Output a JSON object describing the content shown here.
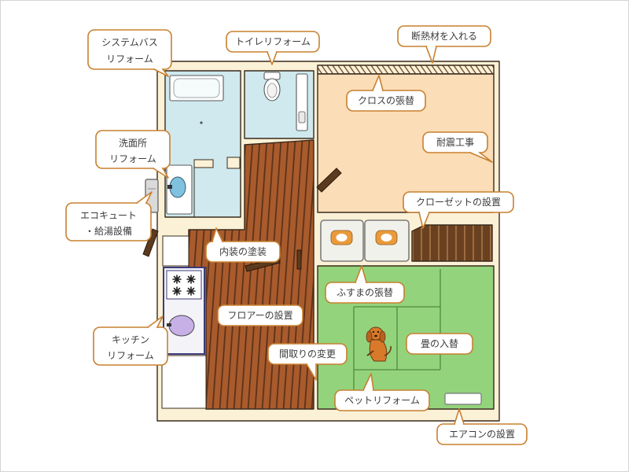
{
  "figure": {
    "labels": {
      "system_bath": [
        "システムバス",
        "リフォーム"
      ],
      "toilet": "トイレリフォーム",
      "insulation": "断熱材を入れる",
      "wallpaper": "クロスの張替",
      "seismic": "耐震工事",
      "washroom": [
        "洗面所",
        "リフォーム"
      ],
      "ecocute": [
        "エコキュート",
        "・給湯設備"
      ],
      "closet": "クローゼットの設置",
      "interior_paint": "内装の塗装",
      "fusuma": "ふすまの張替",
      "flooring": "フロアーの設置",
      "kitchen": [
        "キッチン",
        "リフォーム"
      ],
      "layout_change": "間取りの変更",
      "tatami": "畳の入替",
      "pet": "ペットリフォーム",
      "aircon": "エアコンの設置"
    }
  },
  "colors": {
    "callout_border": "#C8802F",
    "bath_floor": "#CFE9EF",
    "room_wall": "#FBDDB7",
    "tatami": "#93D37C",
    "tatami_line": "#4E8C3E",
    "wall": "#FBF1D6",
    "outline": "#3A2A1C",
    "wood_floor": "#A85B2D",
    "wood_grain": "#5E3117",
    "closet": "#6A4120",
    "brace": "#5C3A1E"
  }
}
